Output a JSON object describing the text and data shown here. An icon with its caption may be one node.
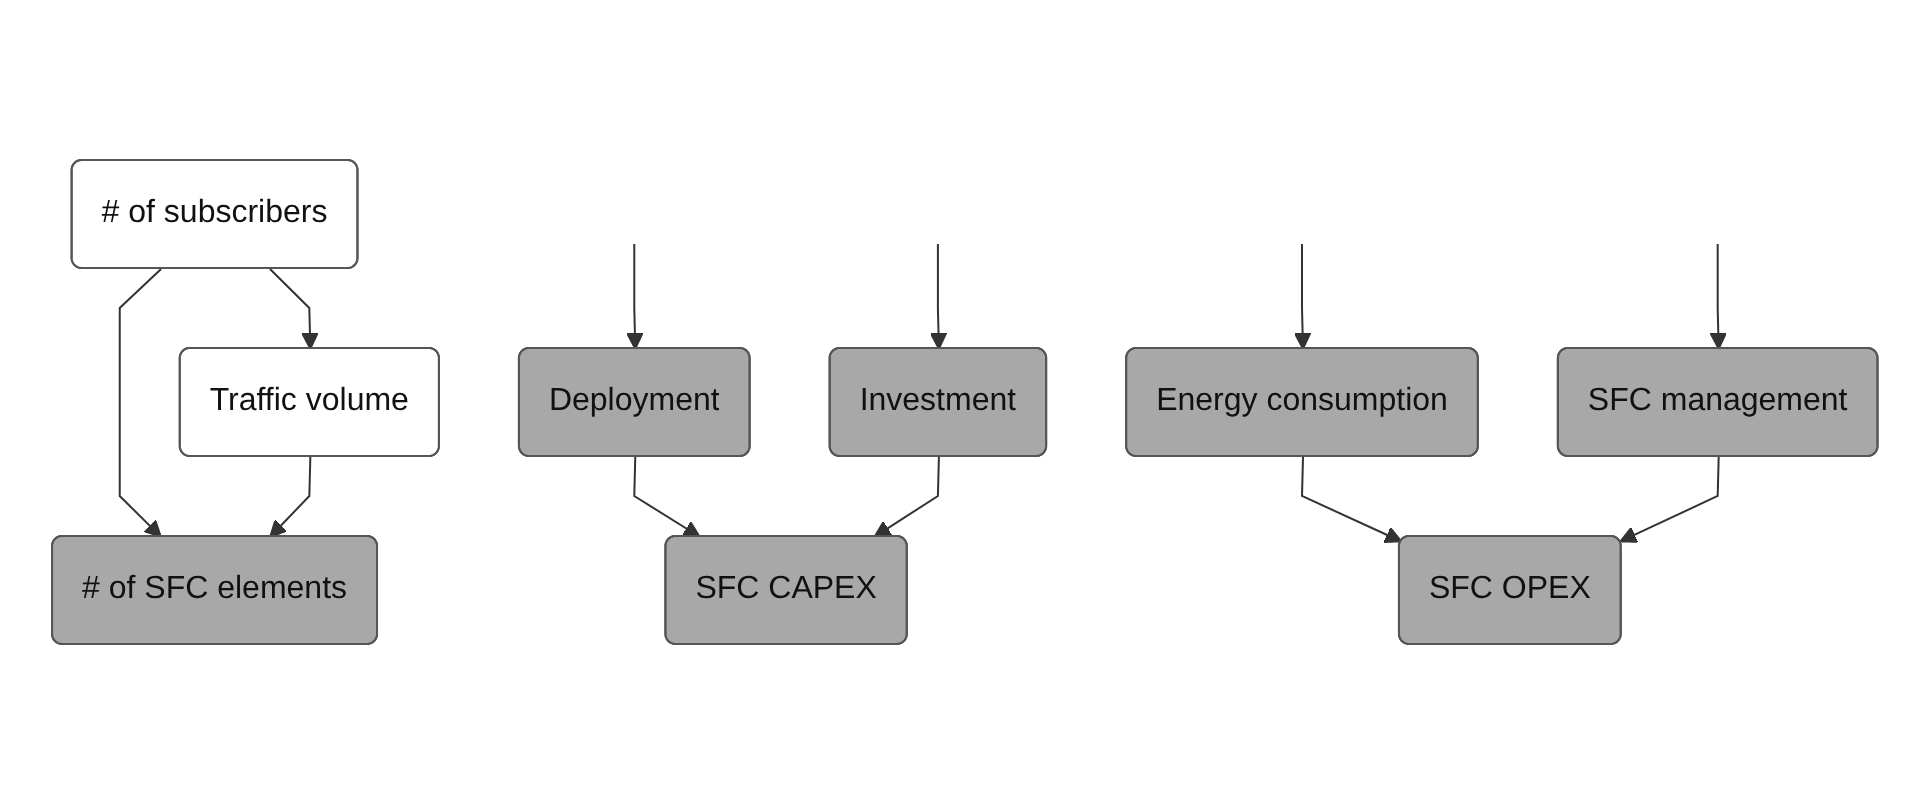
{
  "diagram": {
    "nodes": [
      {
        "text": [
          "# of subscribers"
        ]
      },
      {
        "text": [
          "Traffic volume"
        ]
      },
      {
        "text": [
          "# of SFC elements"
        ]
      },
      {
        "text": [
          "Deployment"
        ]
      },
      {
        "text": [
          "Investment"
        ]
      },
      {
        "text": [
          "Energy consumption"
        ]
      },
      {
        "text": [
          "SFC management"
        ]
      },
      {
        "text": [
          "SFC CAPEX"
        ]
      },
      {
        "text": [
          "SFC OPEX"
        ]
      }
    ],
    "edges": [
      {
        "from": 0,
        "to": 1,
        "arrow": "to"
      },
      {
        "from": 0,
        "to": 2,
        "arrow": "to"
      },
      {
        "from": 1,
        "to": 2,
        "arrow": "to"
      },
      {
        "from": null,
        "to": 3,
        "arrow": "to"
      },
      {
        "from": null,
        "to": 4,
        "arrow": "to"
      },
      {
        "from": null,
        "to": 5,
        "arrow": "to"
      },
      {
        "from": null,
        "to": 6,
        "arrow": "to"
      },
      {
        "from": 3,
        "to": 7,
        "arrow": "to"
      },
      {
        "from": 4,
        "to": 7,
        "arrow": "to"
      },
      {
        "from": 5,
        "to": 8,
        "arrow": "to"
      },
      {
        "from": 6,
        "to": 8,
        "arrow": "to"
      }
    ]
  }
}
